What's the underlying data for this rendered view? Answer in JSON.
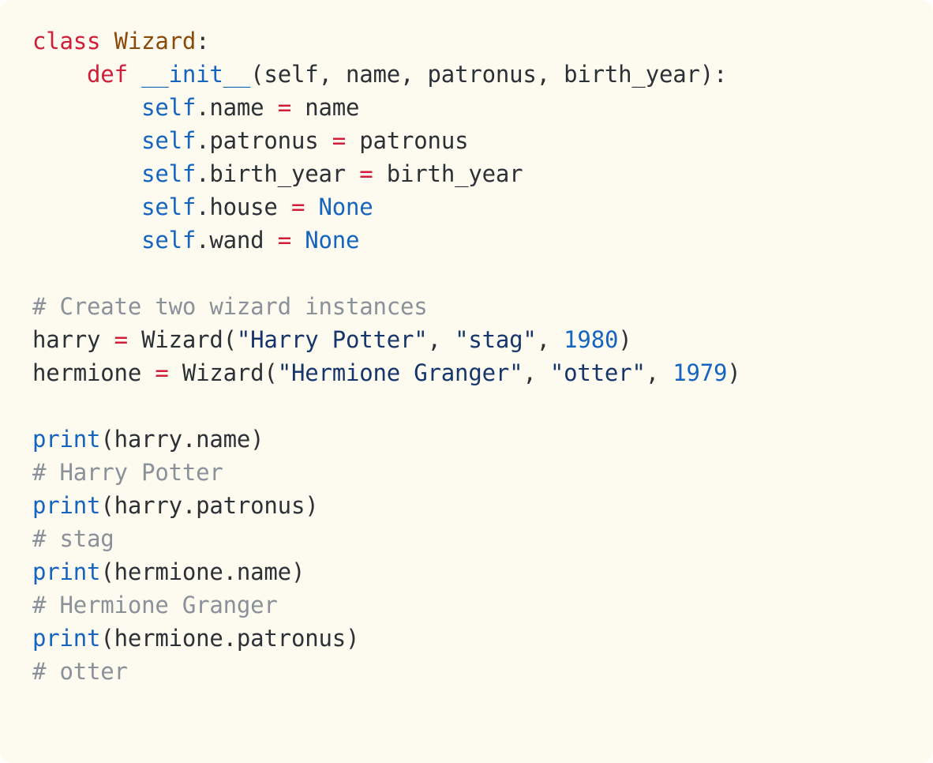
{
  "card": {
    "background_color": "#fdfaf0",
    "page_background_color": "#ffffff",
    "corner_radius": "15px",
    "language": "python"
  },
  "theme": {
    "keyword_color": "#d01e3a",
    "operator_color": "#d01e3a",
    "class_name_color": "#8a4b0a",
    "function_color": "#1565c0",
    "builtin_color": "#1565c0",
    "self_color": "#1565c0",
    "none_color": "#1565c0",
    "number_color": "#1565c0",
    "string_color": "#16366b",
    "comment_color": "#8a9199",
    "plain_color": "#2c3135"
  },
  "code": {
    "lines": [
      {
        "id": "line-1",
        "text": "class Wizard:"
      },
      {
        "id": "line-2",
        "text": "    def __init__(self, name, patronus, birth_year):"
      },
      {
        "id": "line-3",
        "text": "        self.name = name"
      },
      {
        "id": "line-4",
        "text": "        self.patronus = patronus"
      },
      {
        "id": "line-5",
        "text": "        self.birth_year = birth_year"
      },
      {
        "id": "line-6",
        "text": "        self.house = None"
      },
      {
        "id": "line-7",
        "text": "        self.wand = None"
      },
      {
        "id": "line-8",
        "text": ""
      },
      {
        "id": "line-9",
        "text": "# Create two wizard instances"
      },
      {
        "id": "line-10",
        "text": "harry = Wizard(\"Harry Potter\", \"stag\", 1980)"
      },
      {
        "id": "line-11",
        "text": "hermione = Wizard(\"Hermione Granger\", \"otter\", 1979)"
      },
      {
        "id": "line-12",
        "text": ""
      },
      {
        "id": "line-13",
        "text": "print(harry.name)"
      },
      {
        "id": "line-14",
        "text": "# Harry Potter"
      },
      {
        "id": "line-15",
        "text": "print(harry.patronus)"
      },
      {
        "id": "line-16",
        "text": "# stag"
      },
      {
        "id": "line-17",
        "text": "print(hermione.name)"
      },
      {
        "id": "line-18",
        "text": "# Hermione Granger"
      },
      {
        "id": "line-19",
        "text": "print(hermione.patronus)"
      },
      {
        "id": "line-20",
        "text": "# otter"
      }
    ],
    "tokens": {
      "line_1": [
        {
          "t": "class",
          "c": "t-kw"
        },
        {
          "t": " ",
          "c": "t-pl"
        },
        {
          "t": "Wizard",
          "c": "t-cls"
        },
        {
          "t": ":",
          "c": "t-pl"
        }
      ],
      "line_2": [
        {
          "t": "    ",
          "c": "t-pl"
        },
        {
          "t": "def",
          "c": "t-kw"
        },
        {
          "t": " ",
          "c": "t-pl"
        },
        {
          "t": "__init__",
          "c": "t-fn"
        },
        {
          "t": "(self, name, patronus, birth_year):",
          "c": "t-pl"
        }
      ],
      "line_3": [
        {
          "t": "        ",
          "c": "t-pl"
        },
        {
          "t": "self",
          "c": "t-self"
        },
        {
          "t": ".name ",
          "c": "t-pl"
        },
        {
          "t": "=",
          "c": "t-op"
        },
        {
          "t": " name",
          "c": "t-pl"
        }
      ],
      "line_4": [
        {
          "t": "        ",
          "c": "t-pl"
        },
        {
          "t": "self",
          "c": "t-self"
        },
        {
          "t": ".patronus ",
          "c": "t-pl"
        },
        {
          "t": "=",
          "c": "t-op"
        },
        {
          "t": " patronus",
          "c": "t-pl"
        }
      ],
      "line_5": [
        {
          "t": "        ",
          "c": "t-pl"
        },
        {
          "t": "self",
          "c": "t-self"
        },
        {
          "t": ".birth_year ",
          "c": "t-pl"
        },
        {
          "t": "=",
          "c": "t-op"
        },
        {
          "t": " birth_year",
          "c": "t-pl"
        }
      ],
      "line_6": [
        {
          "t": "        ",
          "c": "t-pl"
        },
        {
          "t": "self",
          "c": "t-self"
        },
        {
          "t": ".house ",
          "c": "t-pl"
        },
        {
          "t": "=",
          "c": "t-op"
        },
        {
          "t": " ",
          "c": "t-pl"
        },
        {
          "t": "None",
          "c": "t-none"
        }
      ],
      "line_7": [
        {
          "t": "        ",
          "c": "t-pl"
        },
        {
          "t": "self",
          "c": "t-self"
        },
        {
          "t": ".wand ",
          "c": "t-pl"
        },
        {
          "t": "=",
          "c": "t-op"
        },
        {
          "t": " ",
          "c": "t-pl"
        },
        {
          "t": "None",
          "c": "t-none"
        }
      ],
      "line_8": [],
      "line_9": [
        {
          "t": "# Create two wizard instances",
          "c": "t-cmt"
        }
      ],
      "line_10": [
        {
          "t": "harry ",
          "c": "t-pl"
        },
        {
          "t": "=",
          "c": "t-op"
        },
        {
          "t": " Wizard(",
          "c": "t-pl"
        },
        {
          "t": "\"Harry Potter\"",
          "c": "t-str"
        },
        {
          "t": ", ",
          "c": "t-pl"
        },
        {
          "t": "\"stag\"",
          "c": "t-str"
        },
        {
          "t": ", ",
          "c": "t-pl"
        },
        {
          "t": "1980",
          "c": "t-num"
        },
        {
          "t": ")",
          "c": "t-pl"
        }
      ],
      "line_11": [
        {
          "t": "hermione ",
          "c": "t-pl"
        },
        {
          "t": "=",
          "c": "t-op"
        },
        {
          "t": " Wizard(",
          "c": "t-pl"
        },
        {
          "t": "\"Hermione Granger\"",
          "c": "t-str"
        },
        {
          "t": ", ",
          "c": "t-pl"
        },
        {
          "t": "\"otter\"",
          "c": "t-str"
        },
        {
          "t": ", ",
          "c": "t-pl"
        },
        {
          "t": "1979",
          "c": "t-num"
        },
        {
          "t": ")",
          "c": "t-pl"
        }
      ],
      "line_12": [],
      "line_13": [
        {
          "t": "print",
          "c": "t-blt"
        },
        {
          "t": "(harry.name)",
          "c": "t-pl"
        }
      ],
      "line_14": [
        {
          "t": "# Harry Potter",
          "c": "t-cmt"
        }
      ],
      "line_15": [
        {
          "t": "print",
          "c": "t-blt"
        },
        {
          "t": "(harry.patronus)",
          "c": "t-pl"
        }
      ],
      "line_16": [
        {
          "t": "# stag",
          "c": "t-cmt"
        }
      ],
      "line_17": [
        {
          "t": "print",
          "c": "t-blt"
        },
        {
          "t": "(hermione.name)",
          "c": "t-pl"
        }
      ],
      "line_18": [
        {
          "t": "# Hermione Granger",
          "c": "t-cmt"
        }
      ],
      "line_19": [
        {
          "t": "print",
          "c": "t-blt"
        },
        {
          "t": "(hermione.patronus)",
          "c": "t-pl"
        }
      ],
      "line_20": [
        {
          "t": "# otter",
          "c": "t-cmt"
        }
      ]
    }
  }
}
